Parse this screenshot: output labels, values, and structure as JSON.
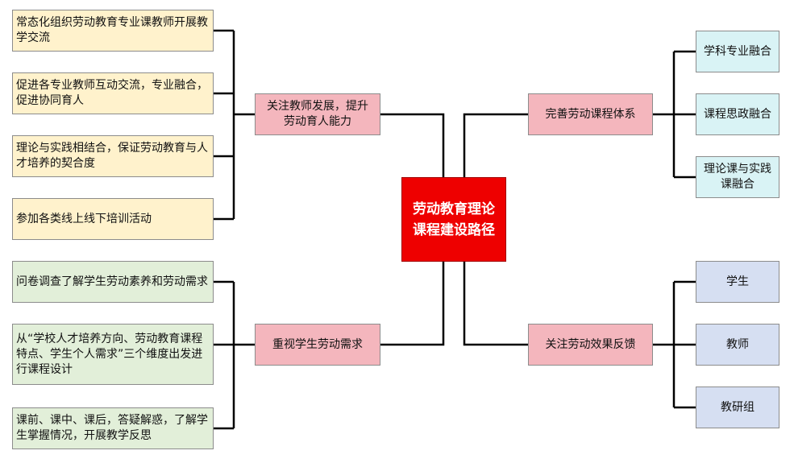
{
  "center": {
    "label": "劳动教育理论\n课程建设路径"
  },
  "branches": {
    "top_left": {
      "label": "关注教师发展，提升\n劳动育人能力",
      "leaves": [
        "常态化组织劳动教育专业课教师开展教学交流",
        "促进各专业教师互动交流，专业融合，促进协同育人",
        "理论与实践相结合，保证劳动教育与人才培养的契合度",
        "参加各类线上线下培训活动"
      ]
    },
    "bottom_left": {
      "label": "重视学生劳动需求",
      "leaves": [
        "问卷调查了解学生劳动素养和劳动需求",
        "从“学校人才培养方向、劳动教育课程特点、学生个人需求”三个维度出发进行课程设计",
        "课前、课中、课后，答疑解惑，了解学生掌握情况，开展教学反思"
      ]
    },
    "top_right": {
      "label": "完善劳动课程体系",
      "leaves": [
        "学科专业融合",
        "课程思政融合",
        "理论课与实践\n课融合"
      ]
    },
    "bottom_right": {
      "label": "关注劳动效果反馈",
      "leaves": [
        "学生",
        "教师",
        "教研组"
      ]
    }
  },
  "colors": {
    "center": "#ee0000",
    "branch": "#f4b6bd",
    "leaf_top_left": "#fff2cc",
    "leaf_bottom_left": "#e2efd9",
    "leaf_top_right": "#d9f3f5",
    "leaf_bottom_right": "#d6dff2",
    "connector": "#000000"
  }
}
